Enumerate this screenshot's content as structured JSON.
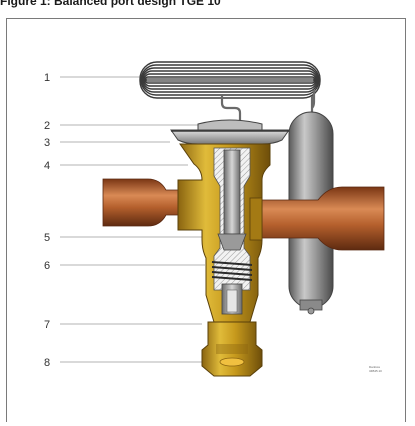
{
  "figure": {
    "title": "Figure 1: Balanced port design TGE 10"
  },
  "callouts": [
    {
      "label": "1"
    },
    {
      "label": "2"
    },
    {
      "label": "3"
    },
    {
      "label": "4"
    },
    {
      "label": "5"
    },
    {
      "label": "6"
    },
    {
      "label": "7"
    },
    {
      "label": "8"
    }
  ],
  "drawing_code": {
    "line1": "Danfoss",
    "line2": "34B45.10"
  },
  "colors": {
    "copper": "#b5602d",
    "brass": "#c79a1d",
    "steel": "#8c8c8c",
    "coil": "#3a3a3a"
  }
}
